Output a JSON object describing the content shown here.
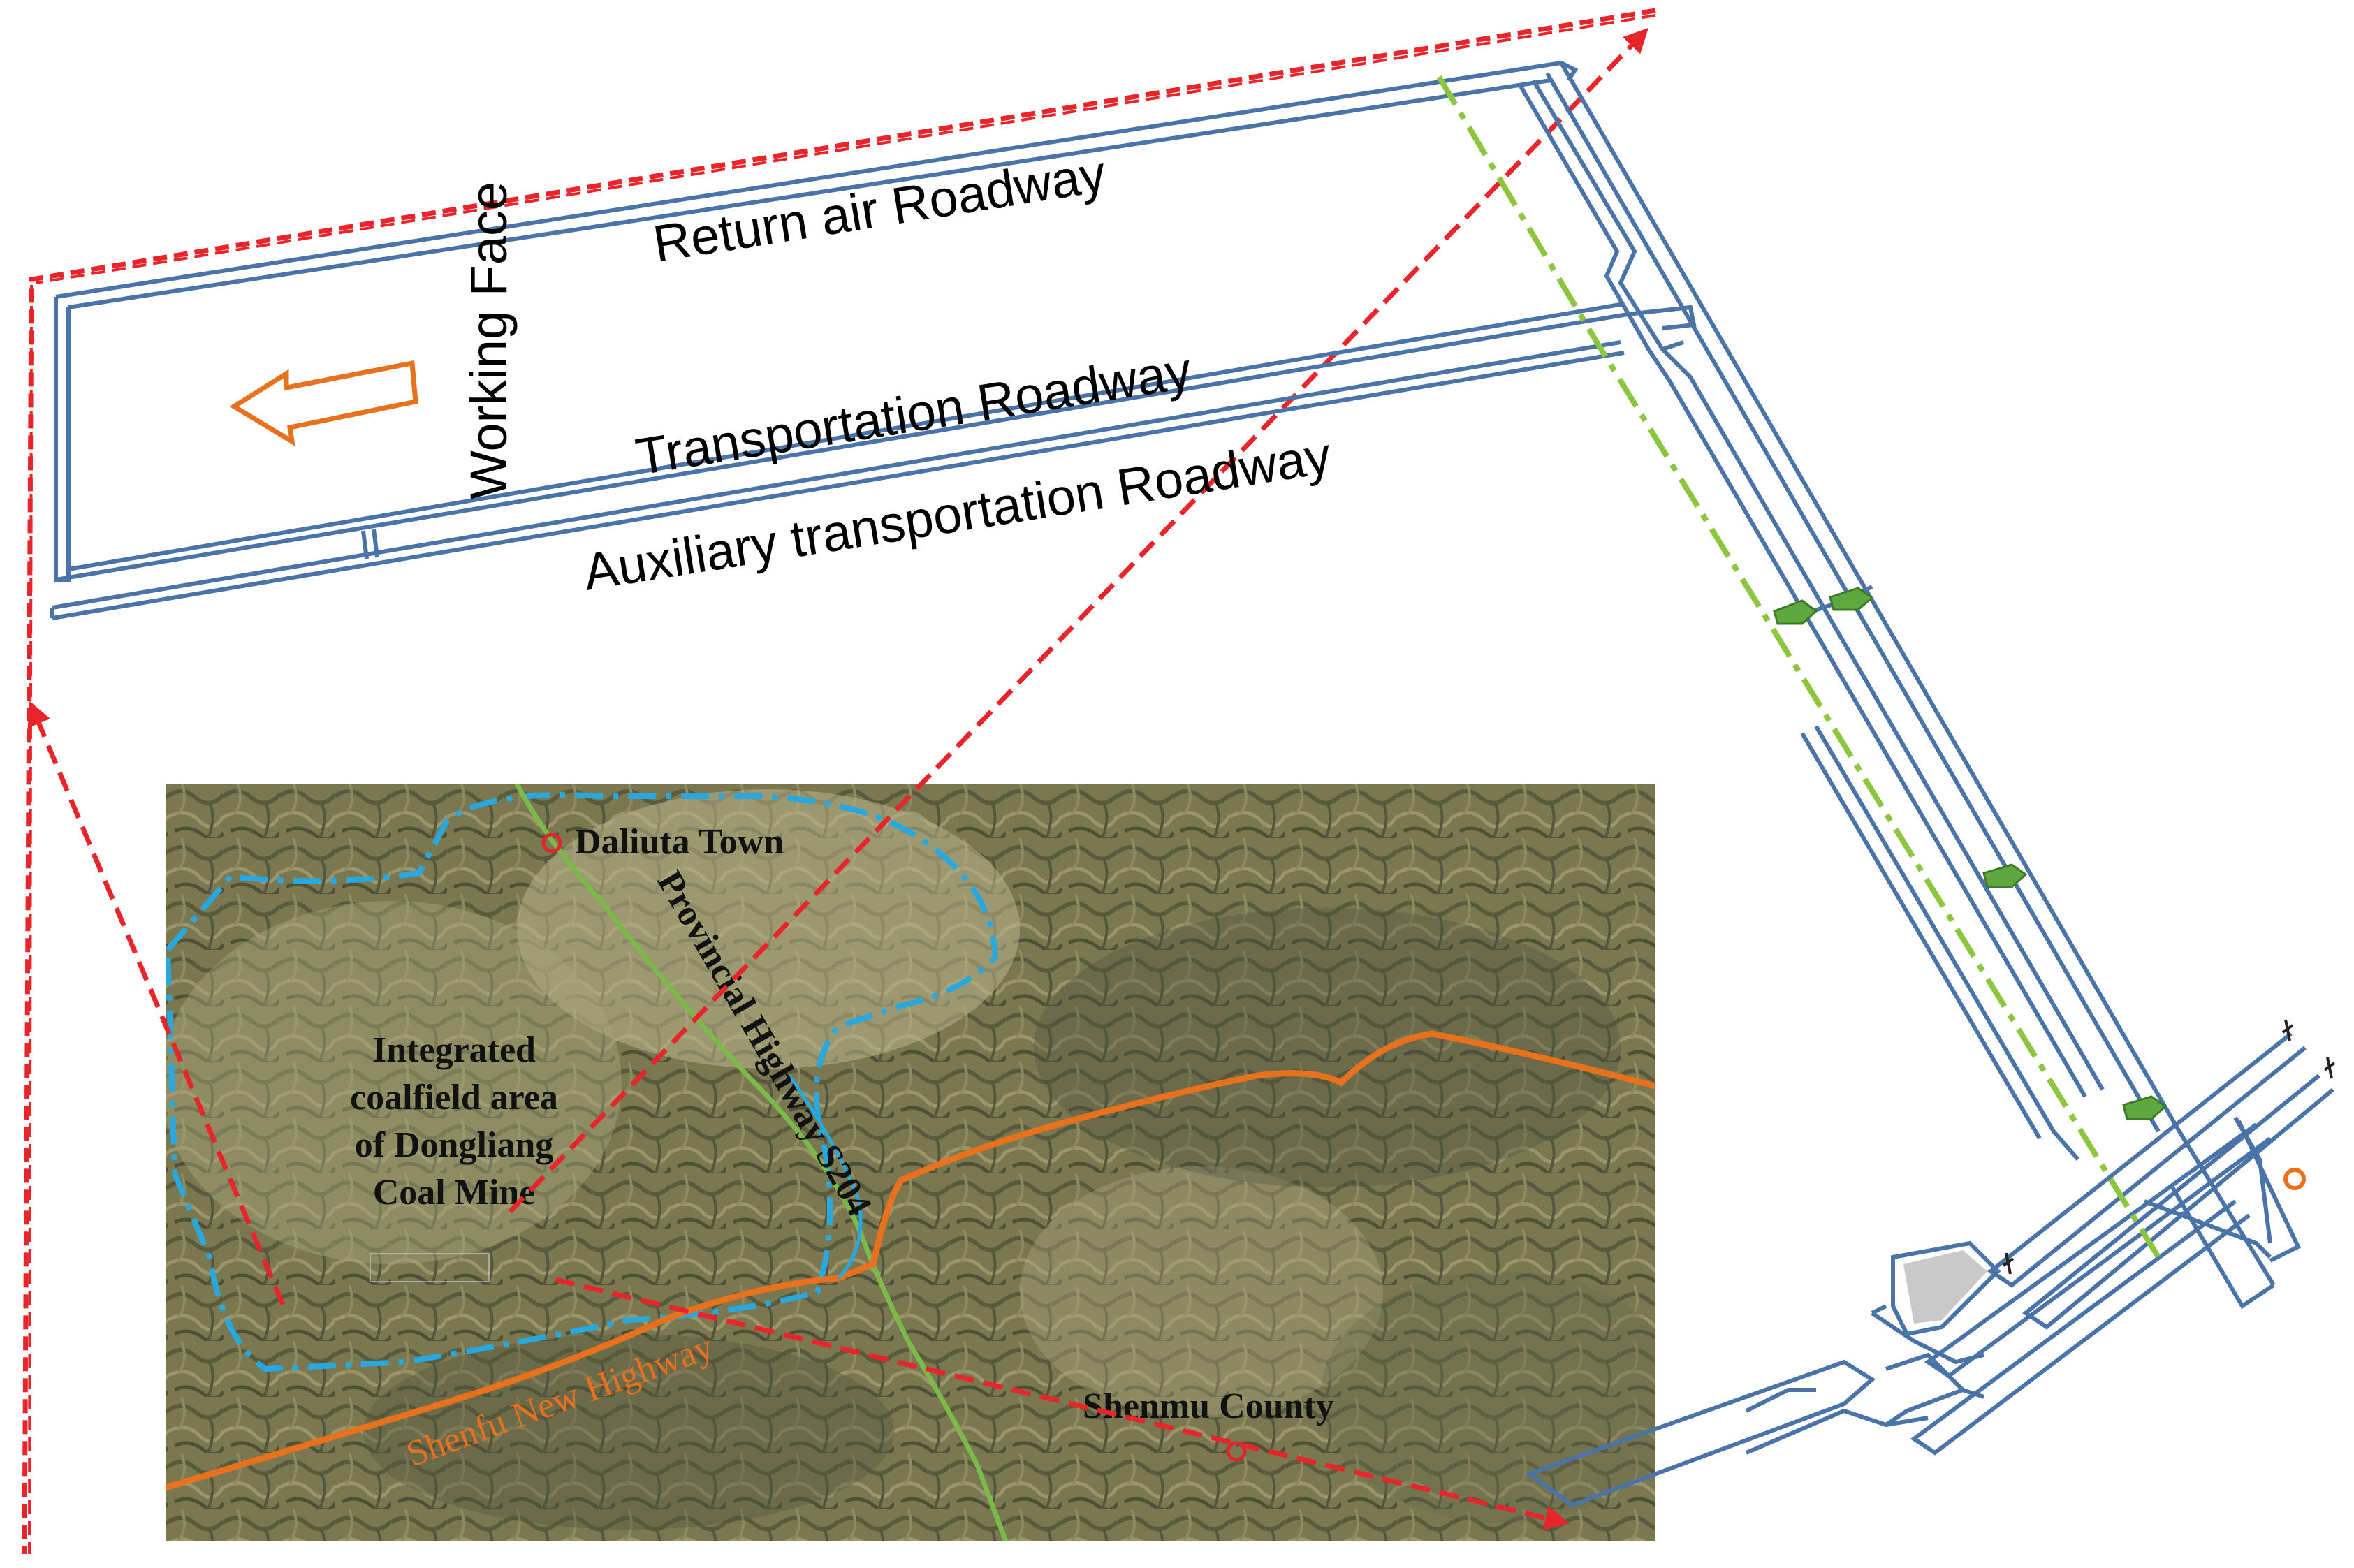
{
  "labels": {
    "return_air": "Return air Roadway",
    "transportation": "Transportation Roadway",
    "auxiliary": "Auxiliary transportation Roadway",
    "working_face": "Working Face"
  },
  "map": {
    "daliuta": "Daliuta Town",
    "provincial": "Provincial Highway S204",
    "shenmu": "Shenmu County",
    "shenfu": "Shenfu New Highway",
    "coalfield_lines": [
      "Integrated",
      "coalfield area",
      "of Dongliang",
      "Coal Mine"
    ]
  },
  "colors": {
    "roadway": "#4a74a8",
    "callout": "#e8252b",
    "green": "#8cc63f",
    "orange": "#e8711e",
    "cyan": "#29a8e0",
    "road_green": "#7cb84a",
    "marker": "#e0262d"
  }
}
